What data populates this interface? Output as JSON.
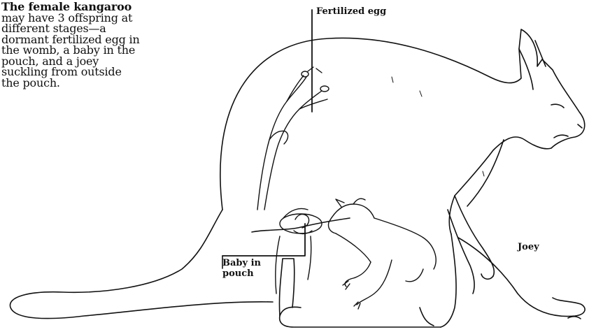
{
  "caption": {
    "bold": "The female kangaroo",
    "rest": " may have 3 offspring at different stages—a dormant fertilized egg in the womb, a baby in the pouch, and a joey suckling from outside the pouch."
  },
  "labels": {
    "fertilized_egg": "Fertilized egg",
    "baby_in_pouch": "Baby in pouch",
    "joey": "Joey"
  }
}
